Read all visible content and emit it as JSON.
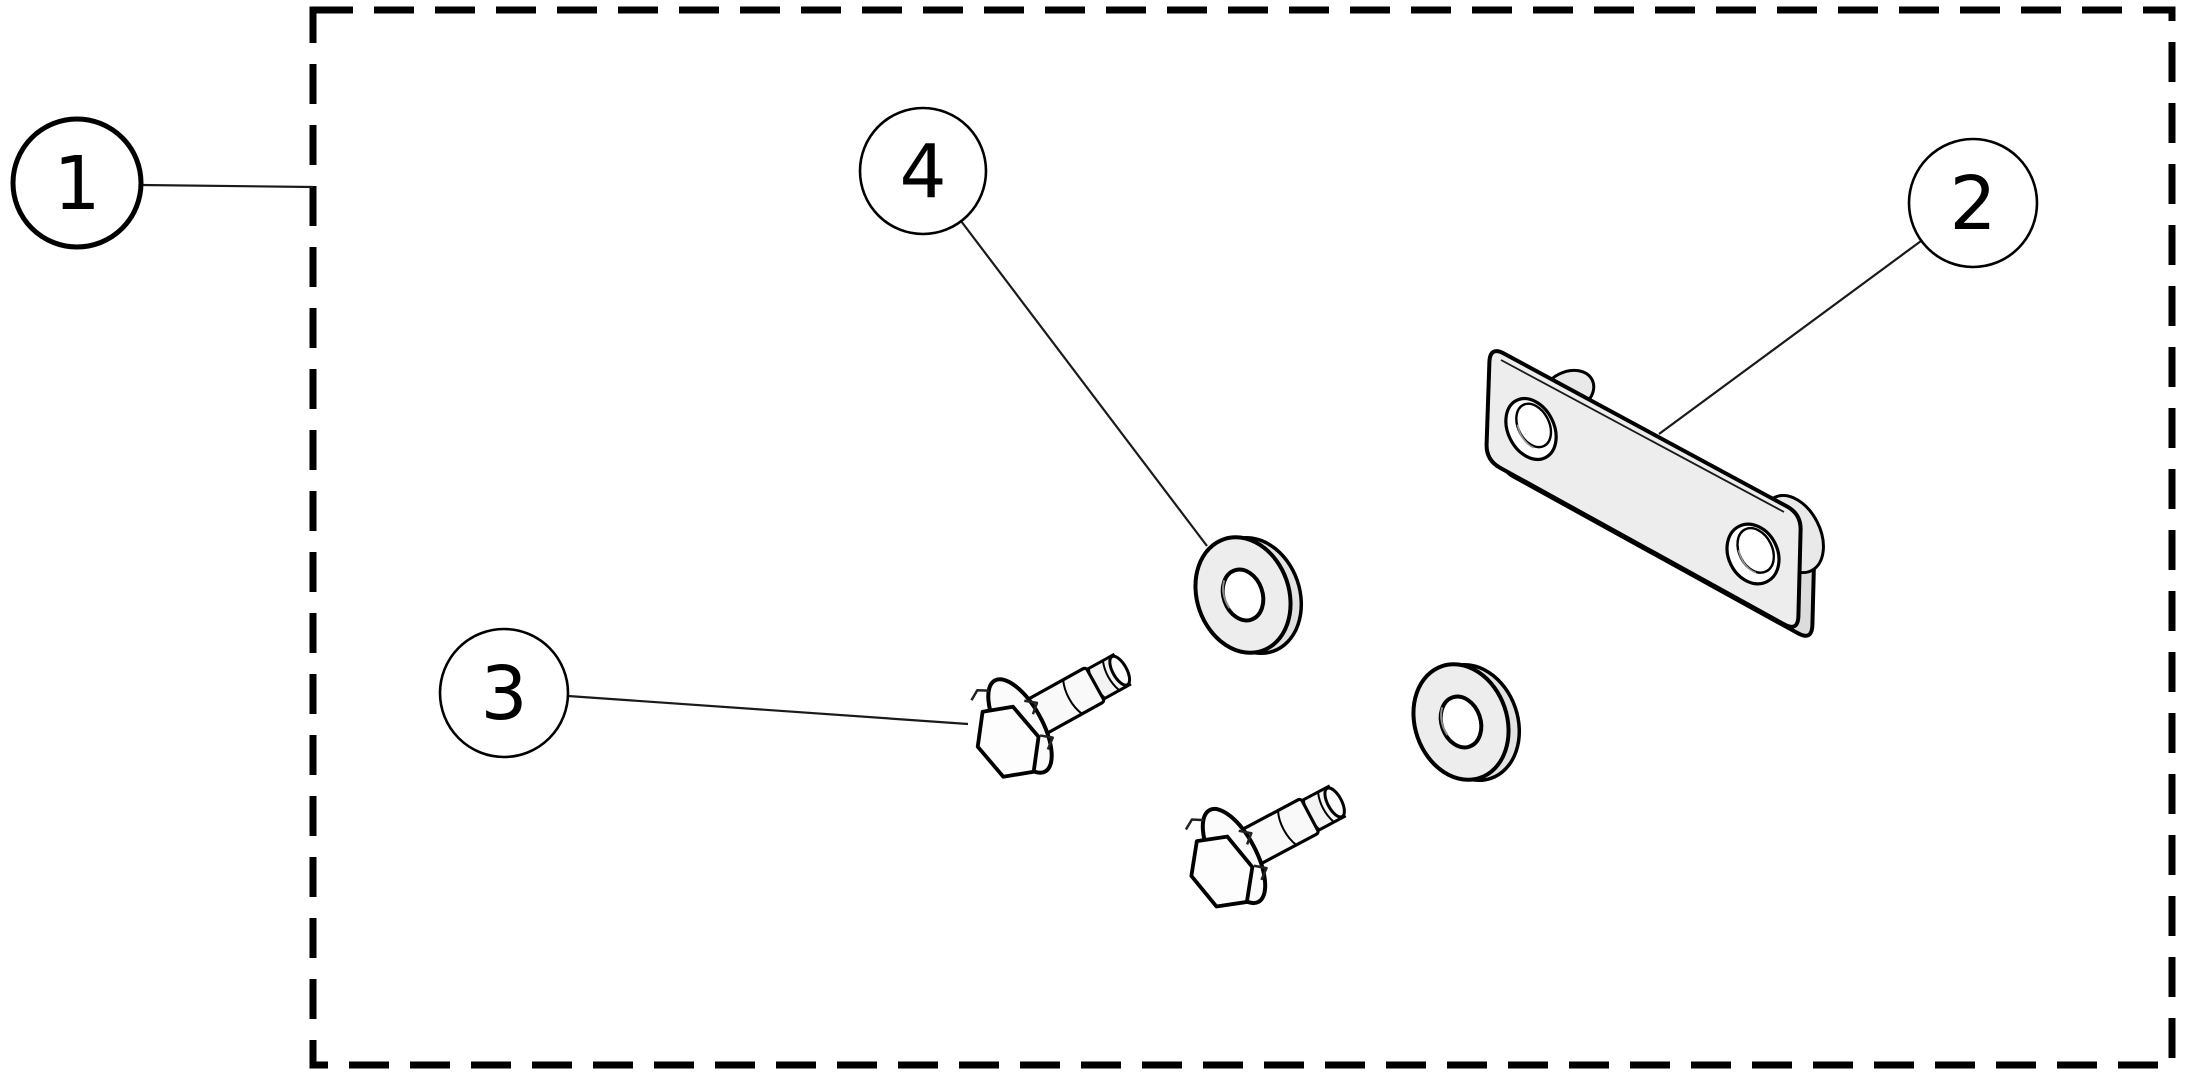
{
  "figure": {
    "type": "exploded-parts-diagram",
    "background_color": "#ffffff",
    "line_color": "#000000",
    "part_fill_color": "#ededed",
    "callouts": [
      {
        "label": "1"
      },
      {
        "label": "2"
      },
      {
        "label": "3"
      },
      {
        "label": "4"
      }
    ]
  }
}
